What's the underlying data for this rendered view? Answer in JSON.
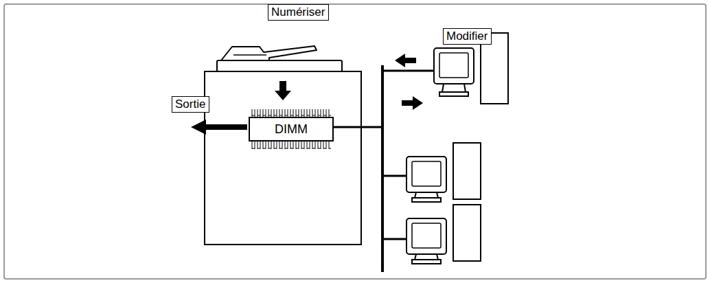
{
  "diagram": {
    "nodes": [
      {
        "text": [
          "Numériser"
        ]
      },
      {
        "text": [
          "Modifier"
        ]
      },
      {
        "text": [
          "Sortie"
        ]
      },
      {
        "text": [
          "DIMM"
        ]
      }
    ]
  }
}
